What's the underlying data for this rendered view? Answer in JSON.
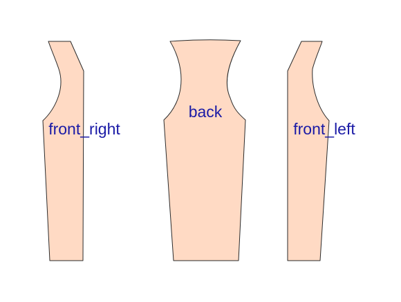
{
  "diagram": {
    "pieces": [
      {
        "id": "front_right",
        "label": "front_right"
      },
      {
        "id": "back",
        "label": "back"
      },
      {
        "id": "front_left",
        "label": "front_left"
      }
    ],
    "colors": {
      "piece_fill": "#ffdac4",
      "piece_stroke": "#2a2a2a",
      "label_text": "#1a1aa6",
      "background": "#ffffff"
    }
  }
}
